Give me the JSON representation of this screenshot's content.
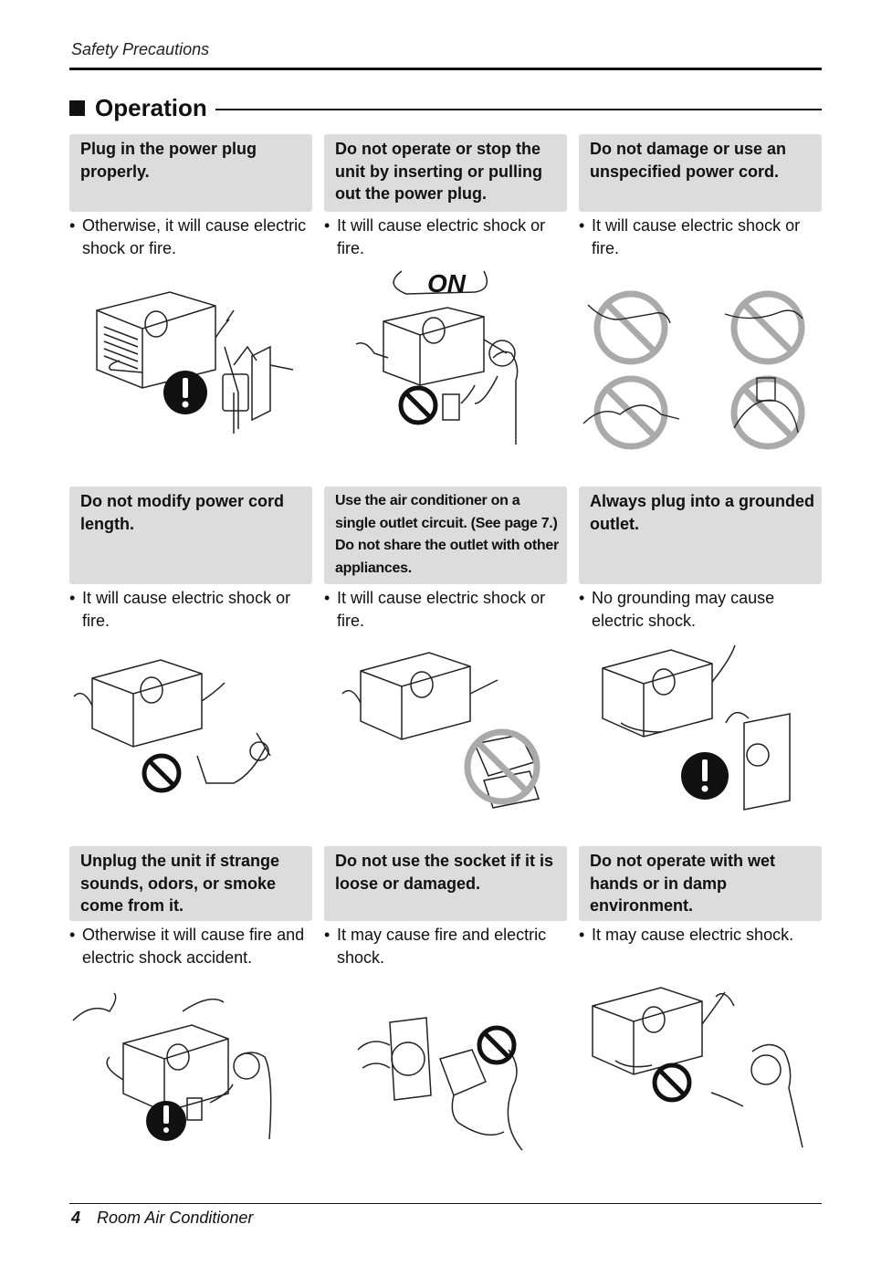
{
  "header": {
    "title": "Safety Precautions"
  },
  "section": {
    "title": "Operation"
  },
  "cards": [
    {
      "title": "Plug in the power plug properly.",
      "note": "Otherwise, it will cause electric shock or fire."
    },
    {
      "title": "Do not operate or stop the unit by inserting or pulling out the power plug.",
      "note": "It will cause electric shock or fire.",
      "illustration_label": "ON"
    },
    {
      "title": "Do not damage or use an unspecified power cord.",
      "note": "It will cause electric shock or fire."
    },
    {
      "title": "Do not modify power cord length.",
      "note": "It will cause electric shock or fire."
    },
    {
      "title": "Use the air conditioner on a single outlet circuit. (See page 7.) Do not share the outlet with other appliances.",
      "note": "It will cause electric shock or fire."
    },
    {
      "title": "Always plug into a grounded outlet.",
      "note": "No grounding may cause electric shock."
    },
    {
      "title": "Unplug the unit if strange sounds, odors, or smoke come from it.",
      "note": "Otherwise it will cause fire and electric shock accident."
    },
    {
      "title": "Do not use the socket if it is loose or damaged.",
      "note": "It may cause fire and electric shock."
    },
    {
      "title": "Do not operate with wet hands or in damp environment.",
      "note": "It may cause electric shock."
    }
  ],
  "footer": {
    "page_number": "4",
    "title": "Room Air Conditioner"
  }
}
